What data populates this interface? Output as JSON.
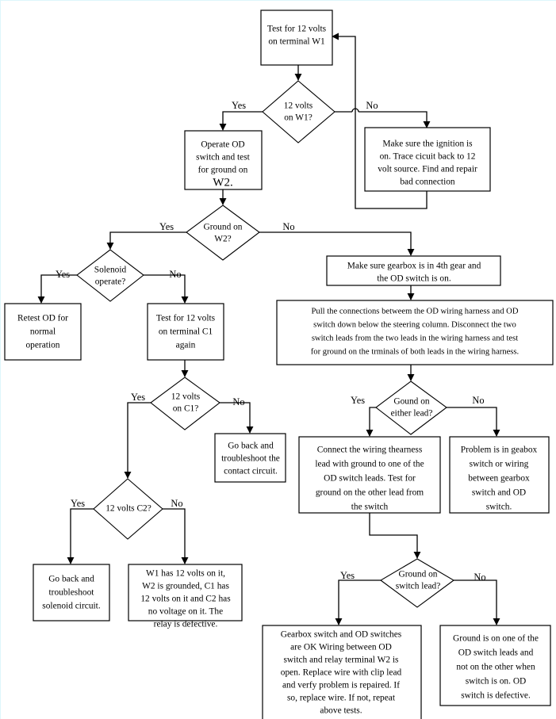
{
  "chart_data": {
    "type": "diagram",
    "title": "Overdrive (OD) electrical troubleshooting flowchart",
    "diagram_kind": "flowchart",
    "nodes": [
      {
        "id": "n1",
        "shape": "process",
        "text": "Test for 12 volts on terminal W1"
      },
      {
        "id": "d1",
        "shape": "decision",
        "text": "12 volts on W1?"
      },
      {
        "id": "n2",
        "shape": "process",
        "text": "Operate OD switch and test for ground on W2."
      },
      {
        "id": "n3",
        "shape": "process",
        "text": "Make sure the ignition is on. Trace cicuit back to 12 volt source.  Find and repair bad connection"
      },
      {
        "id": "d2",
        "shape": "decision",
        "text": "Ground on W2?"
      },
      {
        "id": "d3",
        "shape": "decision",
        "text": "Solenoid operate?"
      },
      {
        "id": "n4",
        "shape": "process",
        "text": "Retest OD for normal operation"
      },
      {
        "id": "n5",
        "shape": "process",
        "text": "Test for 12 volts on terminal C1 again"
      },
      {
        "id": "d4",
        "shape": "decision",
        "text": "12 volts on C1?"
      },
      {
        "id": "n6",
        "shape": "process",
        "text": "Go back and troubleshoot the contact circuit."
      },
      {
        "id": "d5",
        "shape": "decision",
        "text": "12 volts C2?"
      },
      {
        "id": "n7",
        "shape": "process",
        "text": "Go back and troubleshoot solenoid circuit."
      },
      {
        "id": "n8",
        "shape": "process",
        "text": "W1 has 12 volts on it, W2 is grounded, C1 has 12 volts on it and C2 has no voltage on it.   The relay is defective."
      },
      {
        "id": "n9",
        "shape": "process",
        "text": "Make sure gearbox is in 4th gear and the OD switch is on."
      },
      {
        "id": "n10",
        "shape": "process",
        "text": "Pull the connections betweem the OD wiring harness and OD switch down below the steering column.  Disconnect the two switch leads from the two leads in the wiring harness and test for ground on the trminals of both leads in the wiring harness."
      },
      {
        "id": "d6",
        "shape": "decision",
        "text": "Gound on either lead?"
      },
      {
        "id": "n11",
        "shape": "process",
        "text": "Connect the wiring thearness lead with ground to one of the OD switch leads.  Test for ground on the other lead from the switch"
      },
      {
        "id": "n12",
        "shape": "process",
        "text": "Problem is in geabox switch or wiring between gearbox switch and OD switch."
      },
      {
        "id": "d7",
        "shape": "decision",
        "text": "Ground on switch lead?"
      },
      {
        "id": "n13",
        "shape": "process",
        "text": "Gearbox switch and OD switches are OK  Wiring between OD switch and relay terminal W2 is open. Replace wire with clip lead and verfy problem is repaired.  If so, replace wire.  If not, repeat above tests."
      },
      {
        "id": "n14",
        "shape": "process",
        "text": "Ground is on one of the OD switch leads and not on the other when switch is on.  OD switch is defective."
      }
    ],
    "edges": [
      {
        "from": "n1",
        "to": "d1",
        "label": ""
      },
      {
        "from": "d1",
        "to": "n2",
        "label": "Yes"
      },
      {
        "from": "d1",
        "to": "n3",
        "label": "No"
      },
      {
        "from": "n3",
        "to": "n1",
        "label": ""
      },
      {
        "from": "n2",
        "to": "d2",
        "label": ""
      },
      {
        "from": "d2",
        "to": "d3",
        "label": "Yes"
      },
      {
        "from": "d2",
        "to": "n9",
        "label": "No"
      },
      {
        "from": "d3",
        "to": "n4",
        "label": "Yes"
      },
      {
        "from": "d3",
        "to": "n5",
        "label": "No"
      },
      {
        "from": "n5",
        "to": "d4",
        "label": ""
      },
      {
        "from": "d4",
        "to": "d5",
        "label": "Yes"
      },
      {
        "from": "d4",
        "to": "n6",
        "label": "No"
      },
      {
        "from": "d5",
        "to": "n7",
        "label": "Yes"
      },
      {
        "from": "d5",
        "to": "n8",
        "label": "No"
      },
      {
        "from": "n9",
        "to": "n10",
        "label": ""
      },
      {
        "from": "n10",
        "to": "d6",
        "label": ""
      },
      {
        "from": "d6",
        "to": "n11",
        "label": "Yes"
      },
      {
        "from": "d6",
        "to": "n12",
        "label": "No"
      },
      {
        "from": "n11",
        "to": "d7",
        "label": ""
      },
      {
        "from": "d7",
        "to": "n13",
        "label": "Yes"
      },
      {
        "from": "d7",
        "to": "n14",
        "label": "No"
      }
    ],
    "colors": {
      "stroke": "#000000",
      "fill": "#ffffff",
      "text": "#000000",
      "page_border": "#ddf6fb"
    }
  },
  "nodes": {
    "n1": {
      "lines": [
        "Test for 12 volts",
        "on terminal W1"
      ]
    },
    "d1": {
      "lines": [
        "12 volts",
        "on W1?"
      ]
    },
    "n2": {
      "lines": [
        "Operate OD",
        "switch and test",
        "for ground on",
        "W2."
      ]
    },
    "n3": {
      "lines": [
        "Make sure the ignition is",
        "on. Trace cicuit back to 12",
        "volt source.  Find and repair",
        "bad connection"
      ]
    },
    "d2": {
      "lines": [
        "Ground on",
        "W2?"
      ]
    },
    "d3": {
      "lines": [
        "Solenoid",
        "operate?"
      ]
    },
    "n4": {
      "lines": [
        "Retest OD for",
        "normal",
        "operation"
      ]
    },
    "n5": {
      "lines": [
        "Test for 12 volts",
        "on terminal C1",
        "again"
      ]
    },
    "d4": {
      "lines": [
        "12 volts",
        "on C1?"
      ]
    },
    "n6": {
      "lines": [
        "Go back and",
        "troubleshoot the",
        "contact circuit."
      ]
    },
    "d5": {
      "lines": [
        "12 volts C2?"
      ]
    },
    "n7": {
      "lines": [
        "Go back and",
        "troubleshoot",
        "solenoid circuit."
      ]
    },
    "n8": {
      "lines": [
        "W1 has 12 volts on it,",
        "W2 is grounded, C1 has",
        "12 volts on it and C2 has",
        "no voltage on it.   The",
        "relay is defective."
      ]
    },
    "n9": {
      "lines": [
        "Make sure gearbox is in 4th gear and",
        "the OD switch is on."
      ]
    },
    "n10": {
      "lines": [
        "Pull the connections betweem the OD wiring harness and OD",
        "switch down below the steering column.  Disconnect the two",
        "switch leads from the two leads in the wiring harness and test",
        "for ground on the trminals of both leads in the wiring harness."
      ]
    },
    "d6": {
      "lines": [
        "Gound on",
        "either lead?"
      ]
    },
    "n11": {
      "lines": [
        "Connect the wiring thearness",
        "lead with ground to one of the",
        "OD switch leads.  Test for",
        "ground on the other lead from",
        "the switch"
      ]
    },
    "n12": {
      "lines": [
        "Problem is in geabox",
        "switch or wiring",
        "between gearbox",
        "switch and OD",
        "switch."
      ]
    },
    "d7": {
      "lines": [
        "Ground on",
        "switch lead?"
      ]
    },
    "n13": {
      "lines": [
        "Gearbox switch and OD switches",
        "are OK  Wiring between OD",
        "switch and relay terminal W2 is",
        "open. Replace wire with clip lead",
        "and verfy problem is repaired.  If",
        "so, replace wire.  If not, repeat",
        "above tests."
      ]
    },
    "n14": {
      "lines": [
        "Ground is on one of the",
        "OD switch leads and",
        "not on the other when",
        "switch is on.  OD",
        "switch is defective."
      ]
    }
  },
  "labels": {
    "yes": "Yes",
    "no": "No",
    "d1_yes": "Yes",
    "d1_no": "No",
    "d2_yes": "Yes",
    "d2_no": "No",
    "d3_yes": "Yes",
    "d3_no": "No",
    "d4_yes": "Yes",
    "d4_no": "No",
    "d5_yes": "Yes",
    "d5_no": "No",
    "d6_yes": "Yes",
    "d6_no": "No",
    "d7_yes": "Yes",
    "d7_no": "No"
  }
}
